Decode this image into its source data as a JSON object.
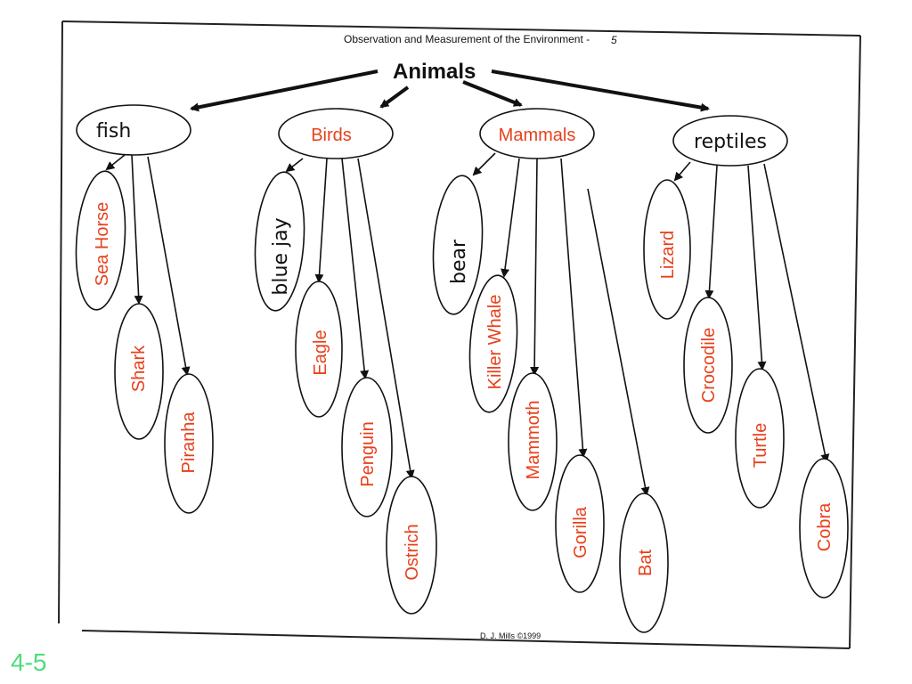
{
  "header": {
    "text": "Observation and Measurement of the Environment -",
    "page": "5"
  },
  "root": {
    "label": "Animals"
  },
  "categories": [
    {
      "label": "fish",
      "children": [
        "Sea Horse",
        "Shark",
        "Piranha"
      ]
    },
    {
      "label": "Birds",
      "children": [
        "blue jay",
        "Eagle",
        "Penguin",
        "Ostrich"
      ]
    },
    {
      "label": "Mammals",
      "children": [
        "bear",
        "Killer Whale",
        "Mammoth",
        "Gorilla",
        "Bat"
      ]
    },
    {
      "label": "reptiles",
      "children": [
        "Lizard",
        "Crocodile",
        "Turtle",
        "Cobra"
      ]
    }
  ],
  "footer": {
    "credit": "D. J. Mills ©1999"
  },
  "slide_number": "4-5",
  "colors": {
    "answer_text": "#e8401c",
    "ink": "#111111",
    "slide_number": "#4fdc7a"
  }
}
